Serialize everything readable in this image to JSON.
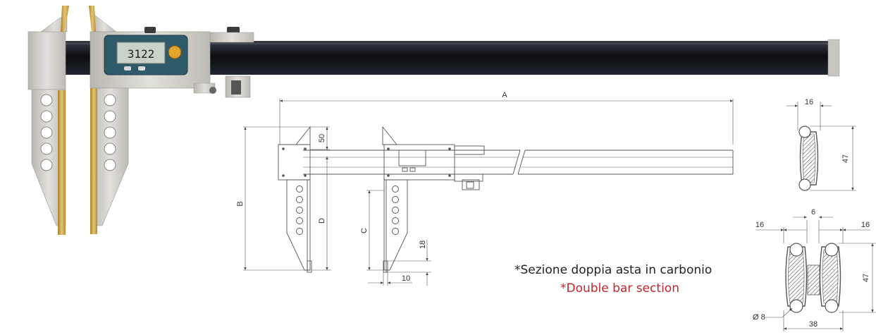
{
  "photo": {
    "display_reading": "3122"
  },
  "drawing": {
    "labels": {
      "A": "A",
      "B": "B",
      "C": "C",
      "D": "D",
      "dim_50": "50",
      "dim_18": "18",
      "dim_10": "10"
    }
  },
  "single_section": {
    "width": "16",
    "height": "47"
  },
  "double_section": {
    "left_width": "16",
    "gap": "6",
    "right_width": "16",
    "height": "47",
    "diameter": "Ø 8",
    "overall_width": "38"
  },
  "captions": {
    "italian": "*Sezione doppia asta in carbonio",
    "english": "*Double bar section"
  },
  "colors": {
    "caption_primary": "#222222",
    "caption_accent": "#c0262c",
    "carbon_bar": "#14161c",
    "steel": "#cfcdc6",
    "brass": "#c9a24a",
    "display_body": "#2f5a6a"
  }
}
